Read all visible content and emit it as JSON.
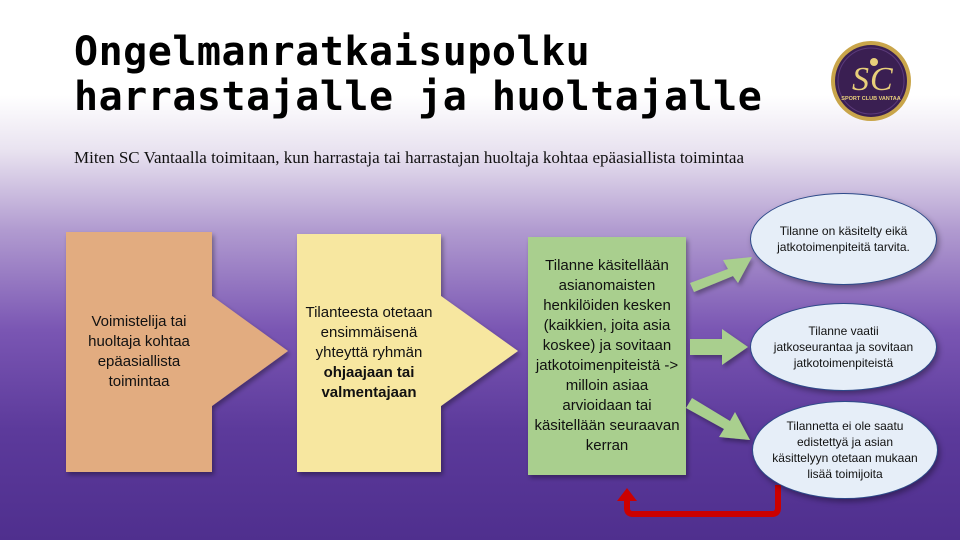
{
  "slide": {
    "title_line1": "Ongelmanratkaisupolku",
    "title_line2": "harrastajalle ja huoltajalle",
    "subtitle": "Miten SC Vantaalla toimitaan, kun harrastaja tai harrastajan huoltaja kohtaa epäasiallista toimintaa"
  },
  "logo": {
    "text": "SPORT CLUB VANTAA",
    "colors": {
      "ring": "#c9a54a",
      "fill": "#3a1f52"
    }
  },
  "steps": [
    {
      "id": "step1",
      "text": "Voimistelija tai huoltaja kohtaa epäasiallista toimintaa",
      "color": "#e2ac80"
    },
    {
      "id": "step2",
      "text_plain": "Tilanteesta otetaan ensimmäisenä yhteyttä ryhmän",
      "text_bold": "ohjaajaan tai valmentajaan",
      "color": "#f7e7a0"
    },
    {
      "id": "step3",
      "text": "Tilanne käsitellään asianomaisten henkilöiden kesken (kaikkien, joita asia koskee) ja sovitaan jatkotoimenpiteistä -> milloin asiaa arvioidaan tai käsitellään seuraavan kerran",
      "color": "#a9cf8e"
    }
  ],
  "outcomes": [
    {
      "id": "outcome1",
      "text": "Tilanne on käsitelty eikä jatkotoimenpiteitä tarvita."
    },
    {
      "id": "outcome2",
      "text": "Tilanne vaatii jatkoseurantaa ja sovitaan jatkotoimenpiteistä"
    },
    {
      "id": "outcome3",
      "text": "Tilannetta ei ole saatu edistettyä ja asian käsittelyyn otetaan mukaan lisää toimijoita"
    }
  ],
  "colors": {
    "green_arrow": "#a9cf8e",
    "feedback_arrow": "#cc0000",
    "oval_border": "#2d4a8a"
  }
}
